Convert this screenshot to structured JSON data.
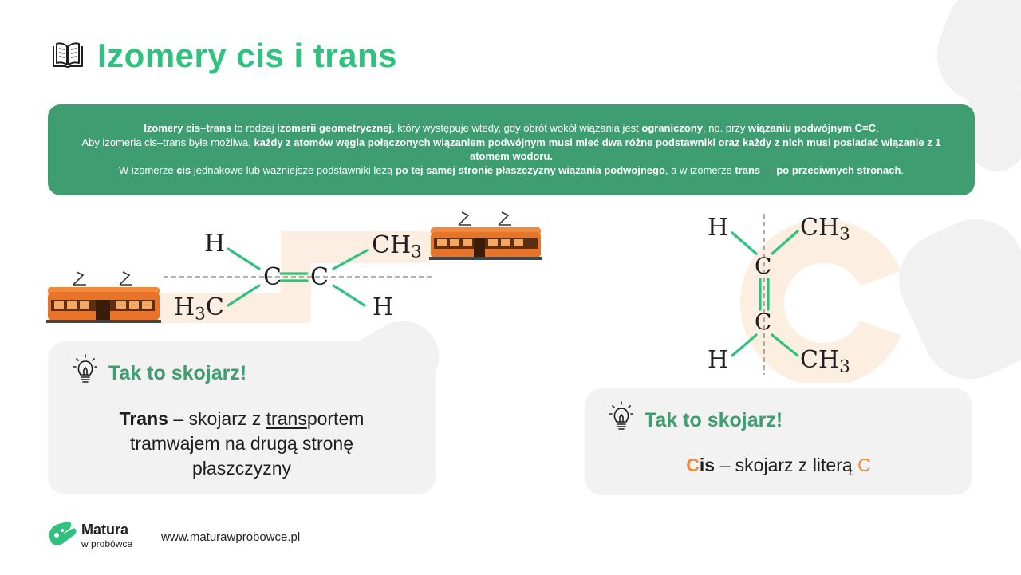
{
  "header": {
    "title": "Izomery cis i trans",
    "icon": "book-icon"
  },
  "banner": {
    "line1": [
      {
        "t": "Izomery cis–trans",
        "b": true
      },
      {
        "t": " to rodzaj ",
        "b": false
      },
      {
        "t": "izomerii geometrycznej",
        "b": true
      },
      {
        "t": ", który występuje wtedy, gdy obrót wokół wiązania jest ",
        "b": false
      },
      {
        "t": "ograniczony",
        "b": true
      },
      {
        "t": ", np. przy ",
        "b": false
      },
      {
        "t": "wiązaniu podwójnym C=C",
        "b": true
      },
      {
        "t": ".",
        "b": false
      }
    ],
    "line2": [
      {
        "t": "Aby izomeria cis–trans była możliwa, ",
        "b": false
      },
      {
        "t": "każdy z atomów węgla połączonych wiązaniem podwójnym musi mieć dwa różne podstawniki oraz każdy z nich musi posiadać wiązanie z 1 atomem wodoru.",
        "b": true
      }
    ],
    "line3": [
      {
        "t": "W izomerze ",
        "b": false
      },
      {
        "t": "cis",
        "b": true
      },
      {
        "t": " jednakowe lub ważniejsze podstawniki leżą ",
        "b": false
      },
      {
        "t": "po tej samej stronie płaszczyzny wiązania podwojnego",
        "b": true
      },
      {
        "t": ", a w izomerze ",
        "b": false
      },
      {
        "t": "trans",
        "b": true
      },
      {
        "t": " — ",
        "b": false
      },
      {
        "t": "po przeciwnych stronach",
        "b": true
      },
      {
        "t": ".",
        "b": false
      }
    ]
  },
  "trans_molecule": {
    "h_top": "H",
    "c1": "C",
    "c2": "C",
    "ch3_top": "CH",
    "ch3_top_sub": "3",
    "h3c_bottom": "H",
    "h3c_bottom_sub": "3",
    "h3c_bottom_c": "C",
    "h_bottom": "H"
  },
  "cis_molecule": {
    "h_top": "H",
    "ch3_top": "CH",
    "ch3_top_sub": "3",
    "c_top": "C",
    "c_bottom": "C",
    "h_bottom": "H",
    "ch3_bottom": "CH",
    "ch3_bottom_sub": "3"
  },
  "tip_trans": {
    "heading": "Tak to skojarz!",
    "bold": "Trans",
    "text1": " – skojarz z ",
    "underlined": "trans",
    "text2": "portem",
    "line2": "tramwajem na drugą stronę",
    "line3": "płaszczyzny"
  },
  "tip_cis": {
    "heading": "Tak to skojarz!",
    "c_letter": "C",
    "bold_rest": "is",
    "text": " – skojarz z literą ",
    "c_end": "C"
  },
  "footer": {
    "brand_line1": "Matura",
    "brand_line2": "w probówce",
    "url": "www.maturawprobowce.pl"
  },
  "colors": {
    "accent_green": "#2ec27e",
    "banner_green": "#3f9d72",
    "bond_green": "#2ec27e",
    "orange": "#f08a3c",
    "card_bg": "#f2f2f2"
  }
}
